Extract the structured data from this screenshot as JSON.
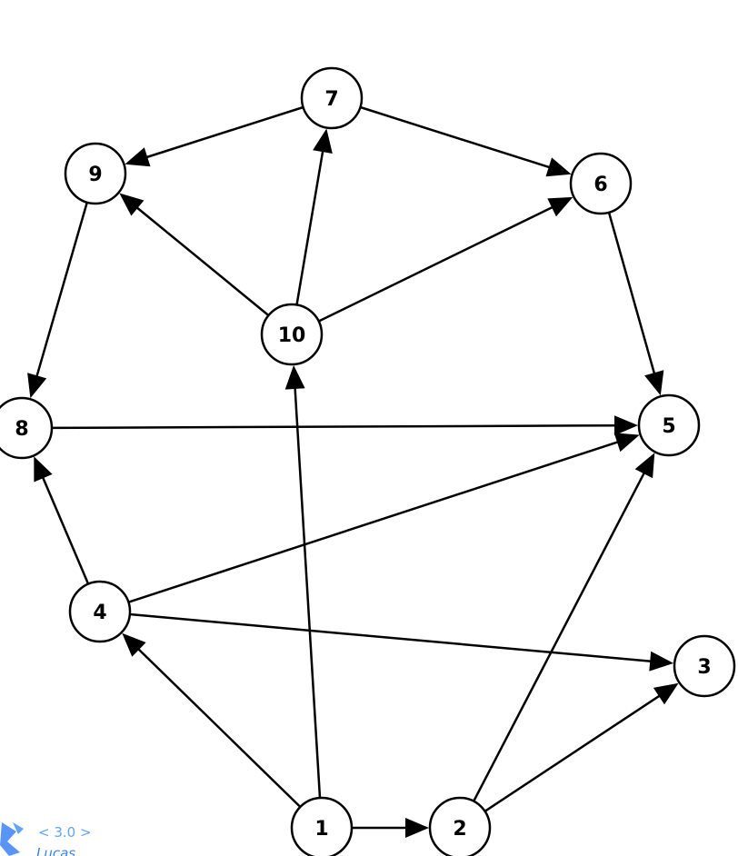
{
  "graph": {
    "nodes": [
      {
        "id": "1",
        "label": "1"
      },
      {
        "id": "2",
        "label": "2"
      },
      {
        "id": "3",
        "label": "3"
      },
      {
        "id": "4",
        "label": "4"
      },
      {
        "id": "5",
        "label": "5"
      },
      {
        "id": "6",
        "label": "6"
      },
      {
        "id": "7",
        "label": "7"
      },
      {
        "id": "8",
        "label": "8"
      },
      {
        "id": "9",
        "label": "9"
      },
      {
        "id": "10",
        "label": "10"
      }
    ],
    "edges": [
      {
        "from": "7",
        "to": "9"
      },
      {
        "from": "7",
        "to": "6"
      },
      {
        "from": "10",
        "to": "7"
      },
      {
        "from": "10",
        "to": "9"
      },
      {
        "from": "10",
        "to": "6"
      },
      {
        "from": "9",
        "to": "8"
      },
      {
        "from": "6",
        "to": "5"
      },
      {
        "from": "8",
        "to": "5"
      },
      {
        "from": "4",
        "to": "8"
      },
      {
        "from": "4",
        "to": "5"
      },
      {
        "from": "4",
        "to": "3"
      },
      {
        "from": "1",
        "to": "4"
      },
      {
        "from": "1",
        "to": "10"
      },
      {
        "from": "1",
        "to": "2"
      },
      {
        "from": "2",
        "to": "5"
      },
      {
        "from": "2",
        "to": "3"
      }
    ]
  },
  "watermark": {
    "version": "< 3.0 >",
    "name": "Lucas"
  },
  "colors": {
    "stroke": "#000000",
    "node_fill": "#ffffff",
    "watermark": "#3b82f6"
  }
}
